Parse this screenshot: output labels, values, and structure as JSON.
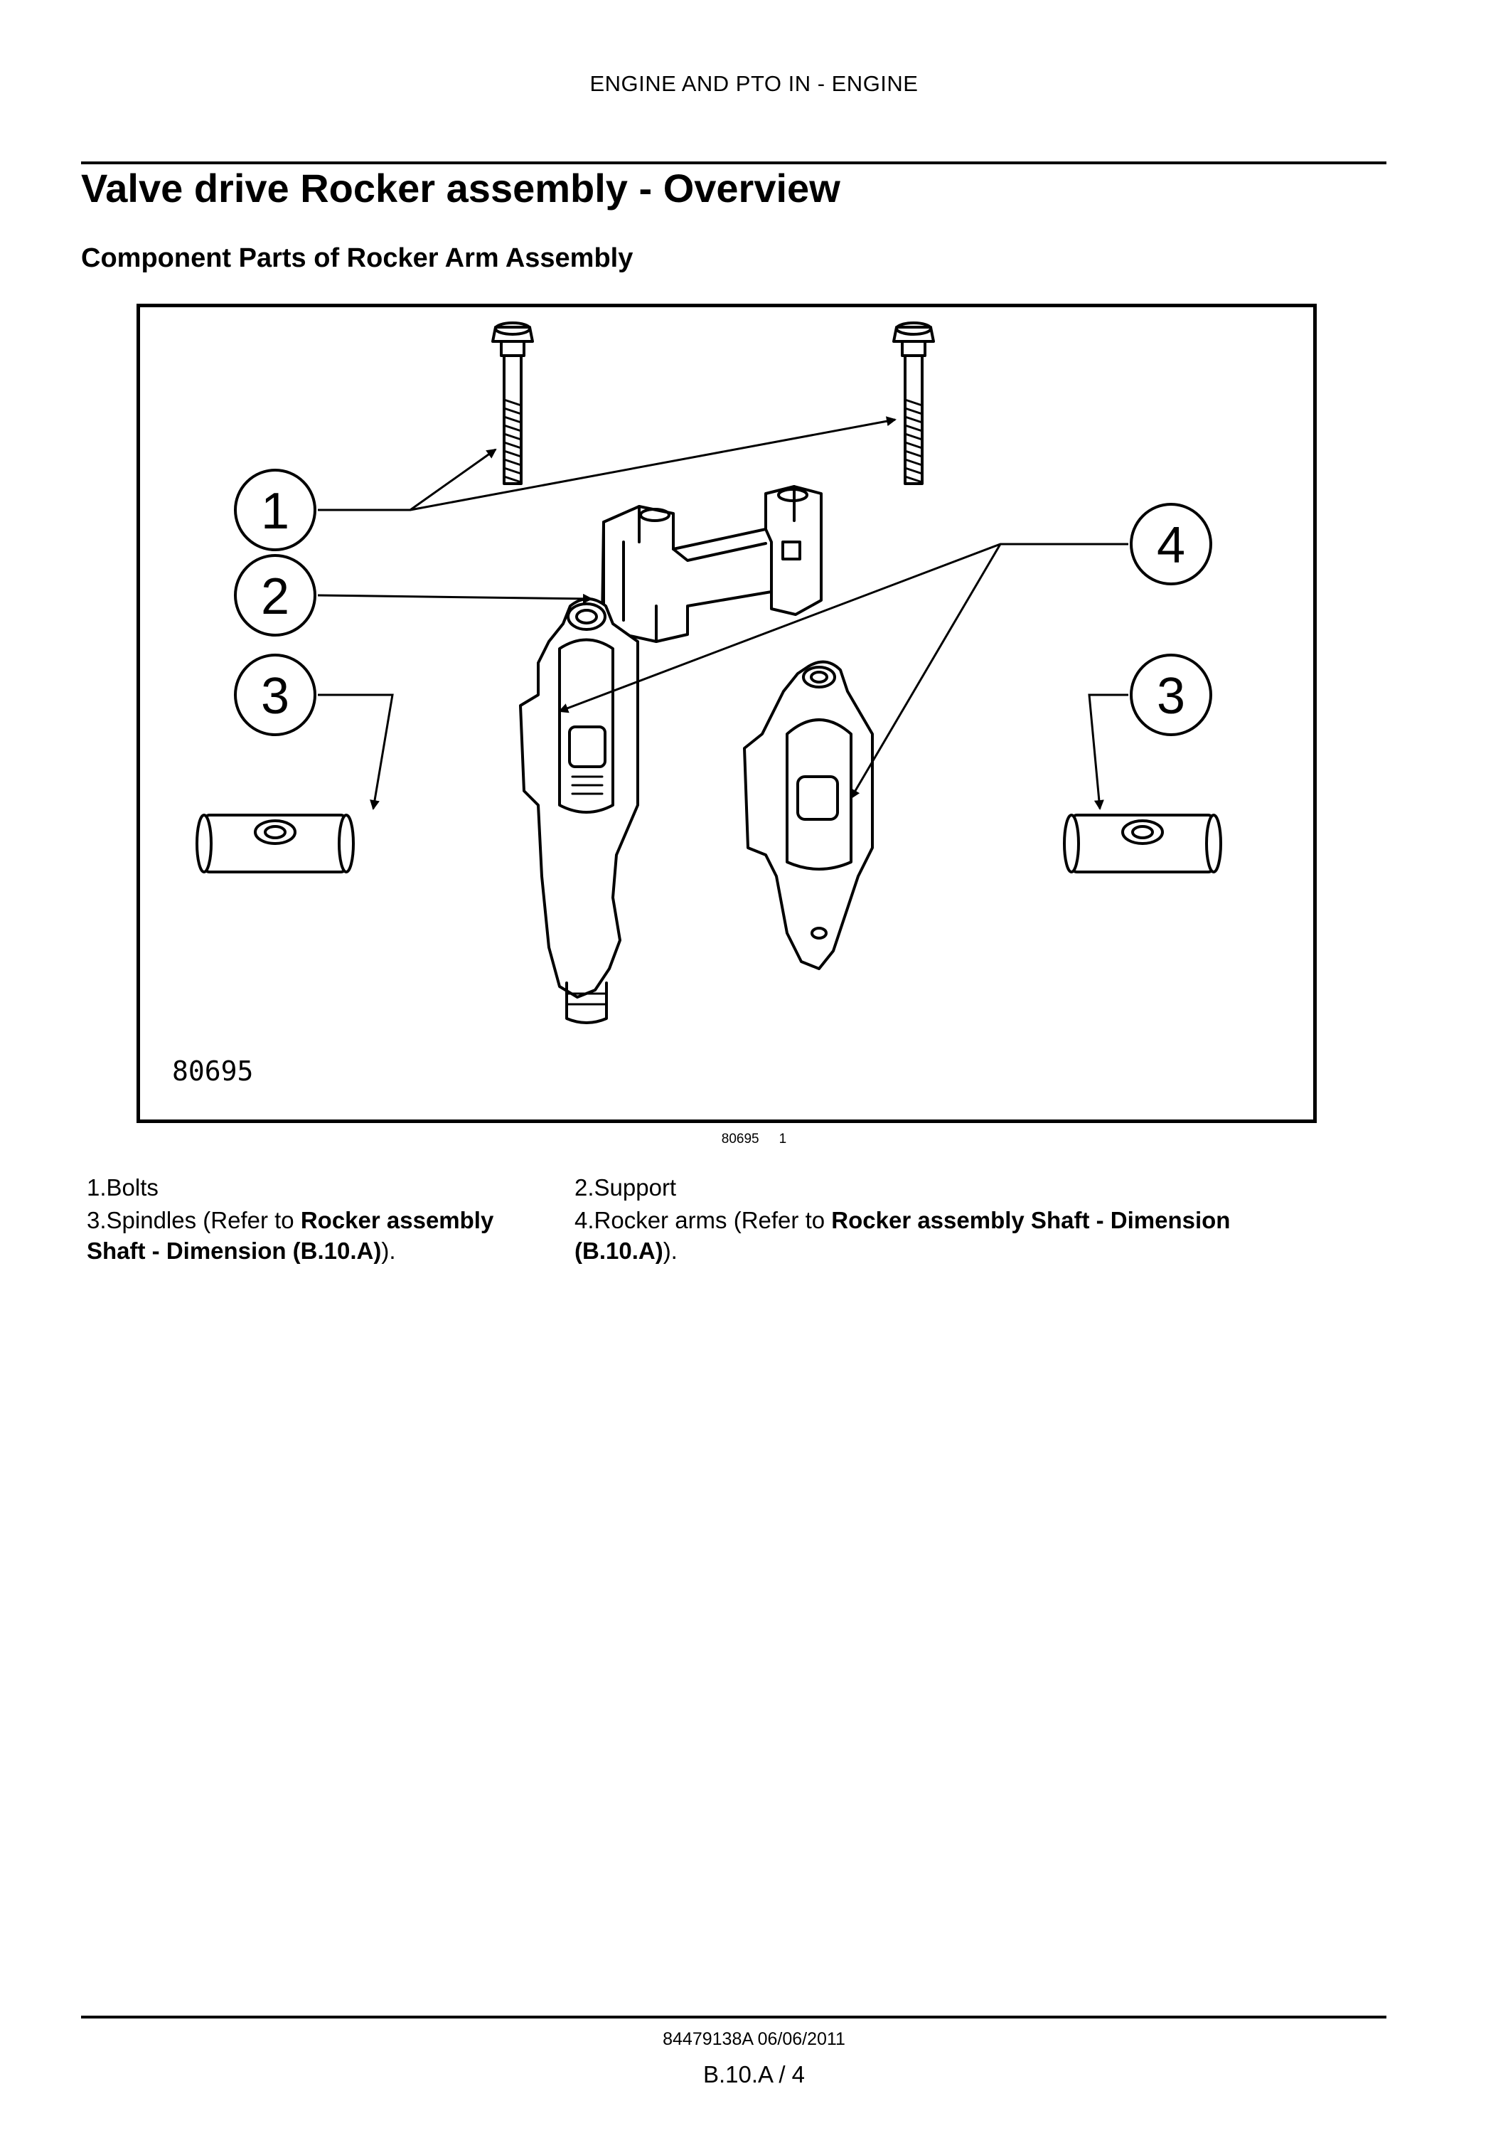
{
  "header": {
    "section": "ENGINE AND PTO IN - ENGINE"
  },
  "title": "Valve drive Rocker assembly - Overview",
  "subtitle": "Component Parts of Rocker Arm Assembly",
  "figure": {
    "image_code": "80695",
    "callouts": [
      "1",
      "2",
      "3",
      "4",
      "3"
    ],
    "caption_code": "80695",
    "caption_number": "1"
  },
  "legend": {
    "item1": "1.Bolts",
    "item2": "2.Support",
    "item3": {
      "prefix": "3.Spindles (Refer to ",
      "ref": "Rocker assembly Shaft - Dimension (B.10.A)",
      "suffix": ")."
    },
    "item4": {
      "prefix": "4.Rocker arms (Refer to ",
      "ref": "Rocker assembly Shaft - Dimension (B.10.A)",
      "suffix": ")."
    }
  },
  "footer": {
    "doc_code": "84479138A 06/06/2011",
    "page": "B.10.A / 4"
  }
}
